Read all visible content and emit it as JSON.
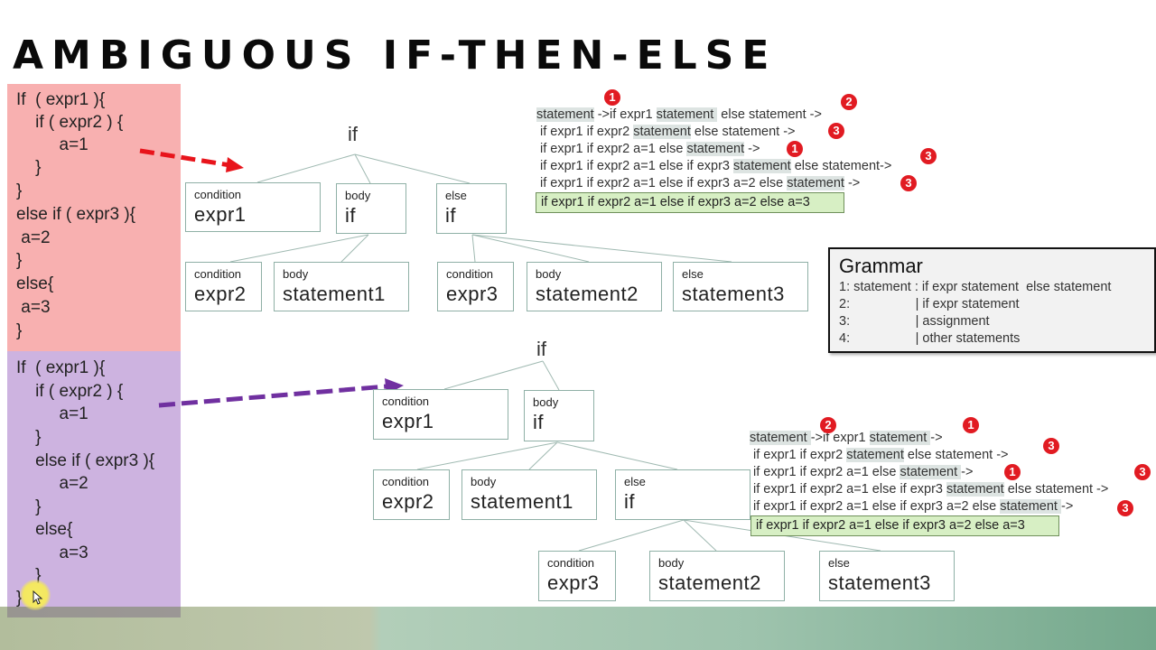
{
  "title": "AMBIGUOUS IF-THEN-ELSE",
  "code_pink": {
    "lines": [
      "If  ( expr1 ){",
      "    if ( expr2 ) {",
      "         a=1",
      "    }",
      "}",
      "else if ( expr3 ){",
      " a=2",
      "}",
      "else{",
      " a=3",
      "}"
    ]
  },
  "code_purple": {
    "lines": [
      "If  ( expr1 ){",
      "    if ( expr2 ) {",
      "         a=1",
      "    }",
      "    else if ( expr3 ){",
      "         a=2",
      "    }",
      "    else{",
      "         a=3",
      "    }",
      "}"
    ]
  },
  "tree1": {
    "root": "if",
    "nodes": [
      {
        "label": "condition",
        "value": "expr1"
      },
      {
        "label": "body",
        "value": "if"
      },
      {
        "label": "else",
        "value": "if"
      },
      {
        "label": "condition",
        "value": "expr2"
      },
      {
        "label": "body",
        "value": "statement1"
      },
      {
        "label": "condition",
        "value": "expr3"
      },
      {
        "label": "body",
        "value": "statement2"
      },
      {
        "label": "else",
        "value": "statement3"
      }
    ]
  },
  "tree2": {
    "root": "if",
    "nodes": [
      {
        "label": "condition",
        "value": "expr1"
      },
      {
        "label": "body",
        "value": "if"
      },
      {
        "label": "condition",
        "value": "expr2"
      },
      {
        "label": "body",
        "value": "statement1"
      },
      {
        "label": "else",
        "value": "if"
      },
      {
        "label": "condition",
        "value": "expr3"
      },
      {
        "label": "body",
        "value": "statement2"
      },
      {
        "label": "else",
        "value": "statement3"
      }
    ]
  },
  "derivation1": {
    "lines": [
      {
        "parts": [
          {
            "t": "statement",
            "hl": true
          },
          {
            "t": " ->if expr1 "
          },
          {
            "t": "statement ",
            "hl": true
          },
          {
            "t": " else statement ->"
          }
        ]
      },
      {
        "parts": [
          {
            "t": " if expr1 if expr2 "
          },
          {
            "t": "statement",
            "hl": true
          },
          {
            "t": " else statement ->"
          }
        ]
      },
      {
        "parts": [
          {
            "t": " if expr1 if expr2 a=1 else "
          },
          {
            "t": "statement",
            "hl": true
          },
          {
            "t": " ->"
          }
        ]
      },
      {
        "parts": [
          {
            "t": " if expr1 if expr2 a=1 else if expr3 "
          },
          {
            "t": "statement",
            "hl": true
          },
          {
            "t": " else statement->"
          }
        ]
      },
      {
        "parts": [
          {
            "t": " if expr1 if expr2 a=1 else if expr3 a=2 else "
          },
          {
            "t": "statement",
            "hl": true
          },
          {
            "t": " ->"
          }
        ]
      }
    ],
    "final": "if expr1 if expr2 a=1 else if expr3 a=2 else a=3",
    "badges": [
      "1",
      "2",
      "3",
      "1",
      "3",
      "3"
    ]
  },
  "derivation2": {
    "lines": [
      {
        "parts": [
          {
            "t": "statement ",
            "hl": true
          },
          {
            "t": "->if expr1 "
          },
          {
            "t": "statement ",
            "hl": true
          },
          {
            "t": "->"
          }
        ]
      },
      {
        "parts": [
          {
            "t": " if expr1 if expr2 "
          },
          {
            "t": "statement",
            "hl": true
          },
          {
            "t": " else statement ->"
          }
        ]
      },
      {
        "parts": [
          {
            "t": " if expr1 if expr2 a=1 else "
          },
          {
            "t": "statement ",
            "hl": true
          },
          {
            "t": "->"
          }
        ]
      },
      {
        "parts": [
          {
            "t": " if expr1 if expr2 a=1 else if expr3 "
          },
          {
            "t": "statement",
            "hl": true
          },
          {
            "t": " else statement ->"
          }
        ]
      },
      {
        "parts": [
          {
            "t": " if expr1 if expr2 a=1 else if expr3 a=2 else "
          },
          {
            "t": "statement ",
            "hl": true
          },
          {
            "t": "->"
          }
        ]
      }
    ],
    "final": "if expr1 if expr2 a=1 else if expr3 a=2 else a=3",
    "badges": [
      "2",
      "1",
      "3",
      "1",
      "3",
      "3"
    ]
  },
  "grammar": {
    "title": "Grammar",
    "rules": [
      "1: statement : if expr statement  else statement",
      "2:                  | if expr statement",
      "3:                  | assignment",
      "4:                  | other statements"
    ]
  },
  "colors": {
    "pink_box": "#f8b0b0",
    "purple_box": "#cdb3e0",
    "red_arrow": "#e8141b",
    "purple_arrow": "#7030a0",
    "badge": "#e11b22",
    "node_border": "#8fb0a6",
    "final_bg": "#d7efc4",
    "highlight": "#dde4e2"
  }
}
